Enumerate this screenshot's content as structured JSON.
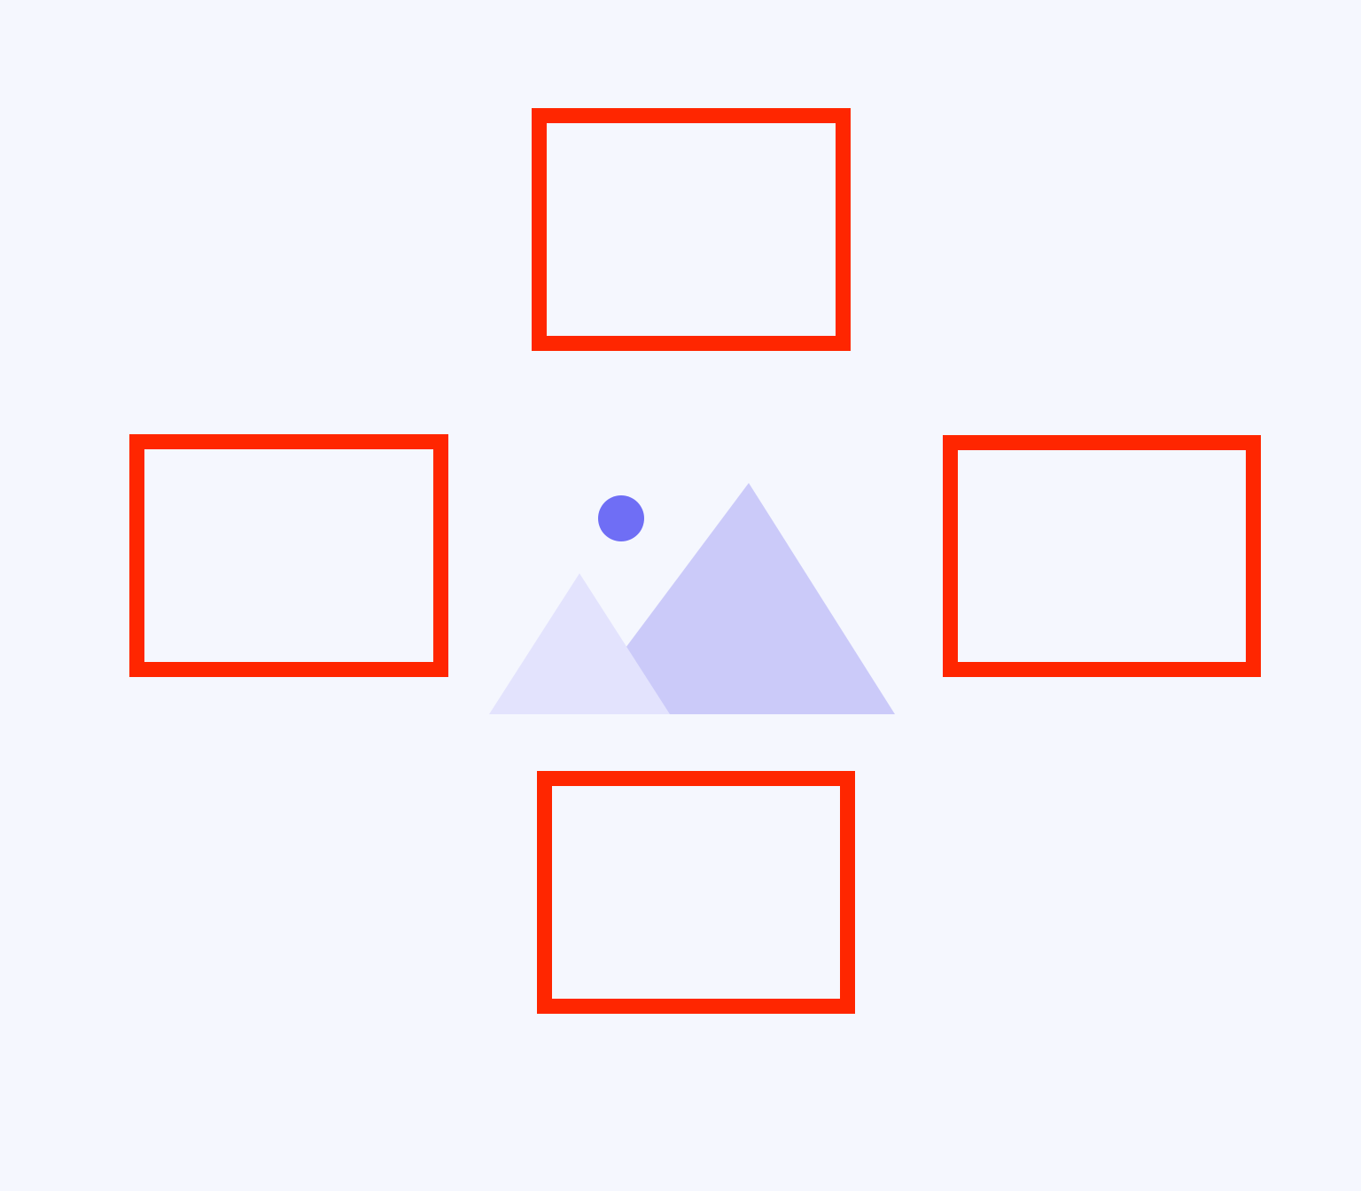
{
  "colors": {
    "background": "#f5f7fe",
    "frame_border": "#ff2600",
    "sun": "#6f6ef5",
    "mountain_back": "#cbcaf9",
    "mountain_front": "#e3e3fd"
  },
  "icons": {
    "center": "image-placeholder-icon"
  },
  "frames": [
    {
      "name": "frame-top"
    },
    {
      "name": "frame-left"
    },
    {
      "name": "frame-right"
    },
    {
      "name": "frame-bottom"
    }
  ]
}
